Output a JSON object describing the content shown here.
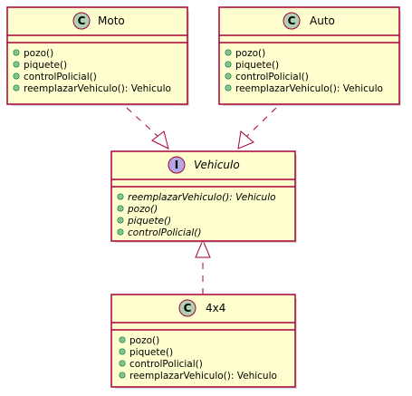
{
  "classes": {
    "moto": {
      "badge": "C",
      "name": "Moto",
      "members": [
        "pozo()",
        "piquete()",
        "controlPolicial()",
        "reemplazarVehiculo(): Vehiculo"
      ]
    },
    "auto": {
      "badge": "C",
      "name": "Auto",
      "members": [
        "pozo()",
        "piquete()",
        "controlPolicial()",
        "reemplazarVehiculo(): Vehiculo"
      ]
    },
    "vehiculo": {
      "badge": "I",
      "name": "Vehiculo",
      "members": [
        "reemplazarVehiculo(): Vehiculo",
        "pozo()",
        "piquete()",
        "controlPolicial()"
      ]
    },
    "cuatroxcuatro": {
      "badge": "C",
      "name": "4x4",
      "members": [
        "pozo()",
        "piquete()",
        "controlPolicial()",
        "reemplazarVehiculo(): Vehiculo"
      ]
    }
  },
  "colors": {
    "box_fill": "#FEFECE",
    "border": "#A80036",
    "class_badge": "#ADD1B2",
    "interface_badge": "#B4A7E5",
    "visibility_dot": "#84BE84"
  },
  "relations": [
    {
      "from": "moto",
      "to": "vehiculo",
      "type": "realization"
    },
    {
      "from": "auto",
      "to": "vehiculo",
      "type": "realization"
    },
    {
      "from": "cuatroxcuatro",
      "to": "vehiculo",
      "type": "realization"
    }
  ]
}
